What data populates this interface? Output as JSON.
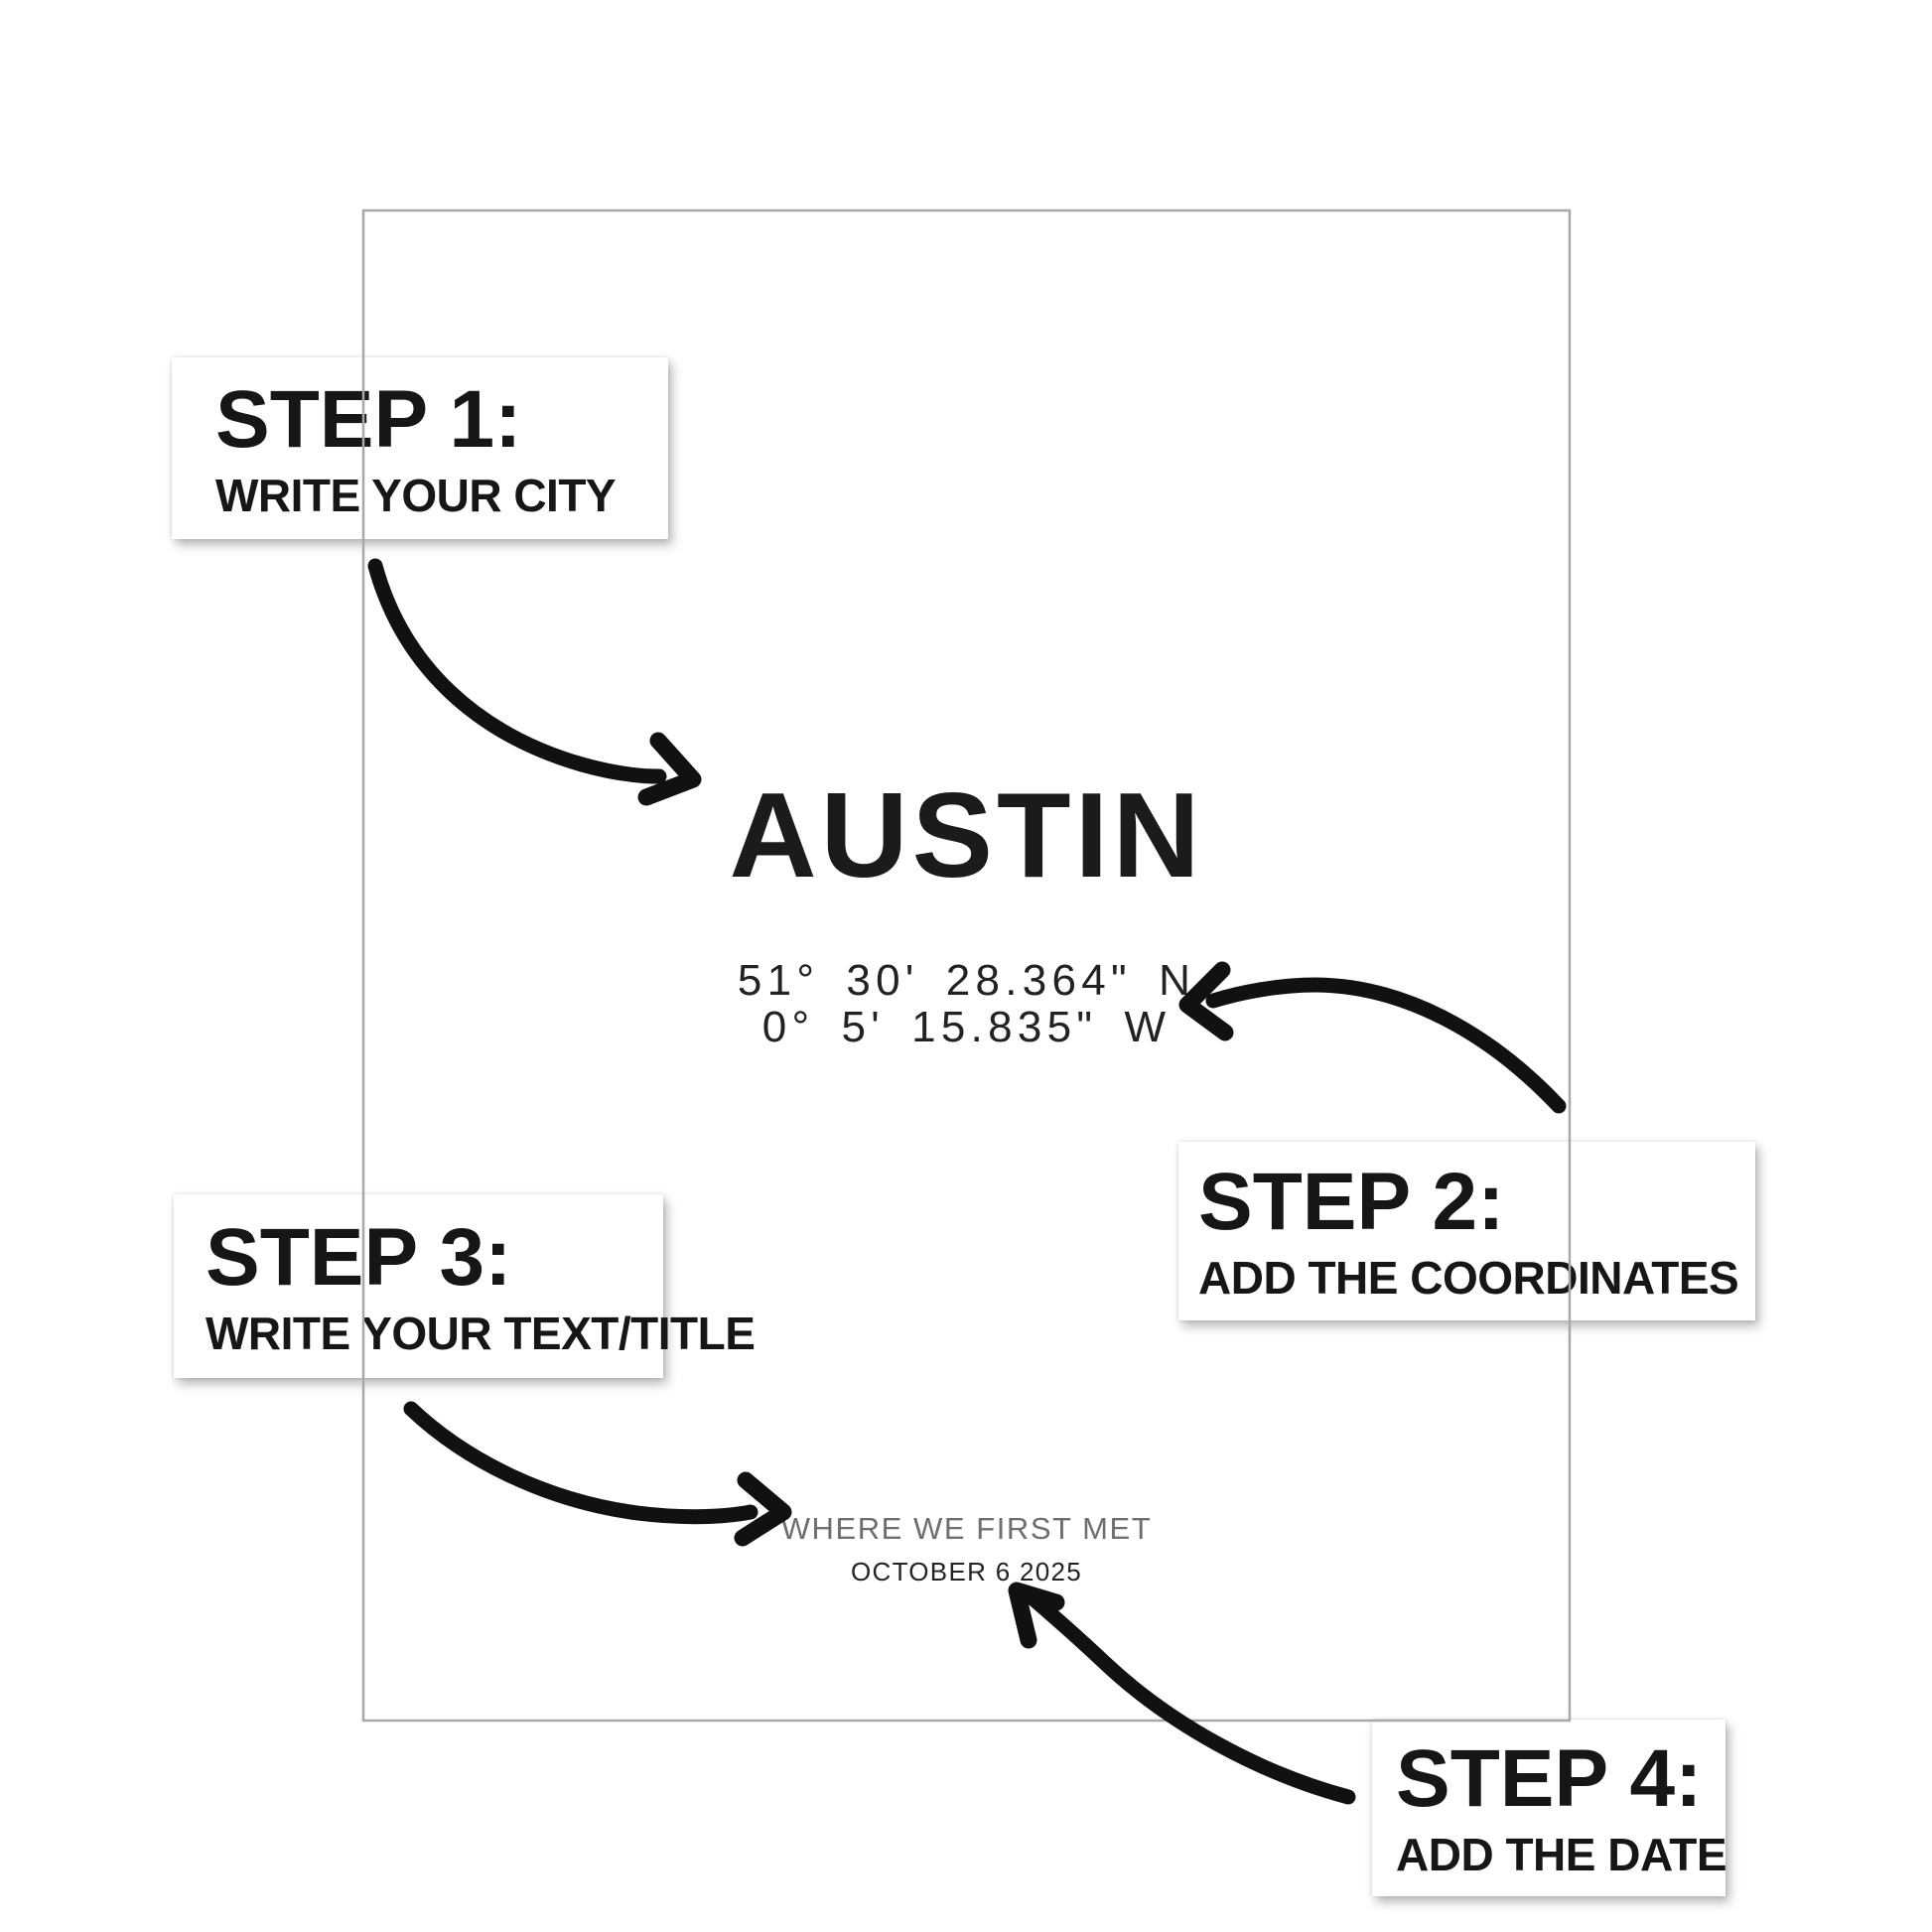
{
  "poster": {
    "city": "AUSTIN",
    "coordinates": [
      "51° 30' 28.364\" N",
      "0° 5' 15.835\" W"
    ],
    "title": "WHERE WE FIRST MET",
    "date": "OCTOBER 6 2025"
  },
  "steps": [
    {
      "heading": "STEP 1:",
      "description": "WRITE YOUR CITY"
    },
    {
      "heading": "STEP 2:",
      "description": "ADD THE COORDINATES"
    },
    {
      "heading": "STEP 3:",
      "description": "WRITE YOUR TEXT/TITLE"
    },
    {
      "heading": "STEP 4:",
      "description": "ADD THE DATE"
    }
  ],
  "colors": {
    "text_black": "#1b1b1b",
    "muted_gray": "#6e6e6e",
    "frame_gray": "#a8a8a8",
    "arrow_black": "#111111",
    "background": "#ffffff"
  }
}
